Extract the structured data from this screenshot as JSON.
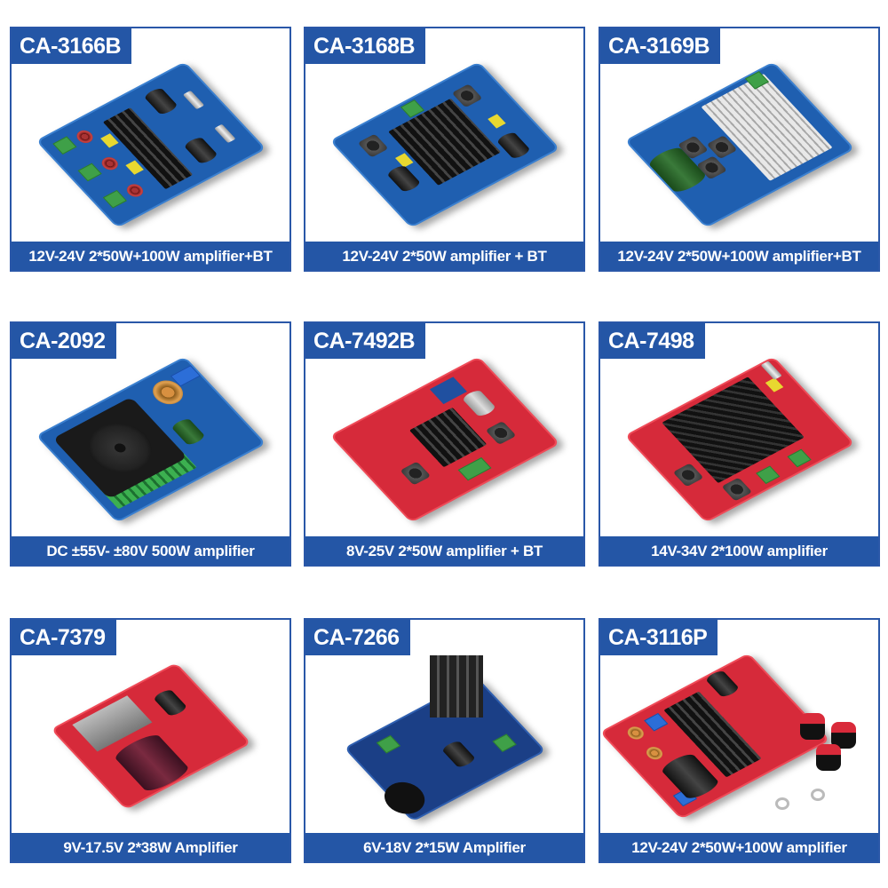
{
  "brand_color": "#2456a6",
  "products": [
    {
      "model": "CA-3166B",
      "description": "12V-24V 2*50W+100W amplifier+BT",
      "board_color": "blue",
      "image": "blue-pcb-heatsink-3-terminals-4-potentiometers"
    },
    {
      "model": "CA-3168B",
      "description": "12V-24V 2*50W amplifier + BT",
      "board_color": "blue",
      "image": "blue-pcb-black-heatsink-bluetooth"
    },
    {
      "model": "CA-3169B",
      "description": "12V-24V 2*50W+100W amplifier+BT",
      "board_color": "blue",
      "image": "blue-pcb-silver-heatsink-4-potentiometers"
    },
    {
      "model": "CA-2092",
      "description": "DC ±55V- ±80V 500W amplifier",
      "board_color": "blue",
      "image": "blue-pcb-cooling-fan-green-heatsink"
    },
    {
      "model": "CA-7492B",
      "description": "8V-25V 2*50W amplifier + BT",
      "board_color": "red",
      "image": "red-pcb-bluetooth-heatsink"
    },
    {
      "model": "CA-7498",
      "description": "14V-34V 2*100W amplifier",
      "board_color": "red",
      "image": "red-pcb-large-black-heatsink"
    },
    {
      "model": "CA-7379",
      "description": "9V-17.5V 2*38W  Amplifier",
      "board_color": "red",
      "image": "red-pcb-chip-large-capacitor"
    },
    {
      "model": "CA-7266",
      "description": "6V-18V 2*15W  Amplifier",
      "board_color": "darkblue",
      "image": "dark-blue-pcb-heatsink-potentiometer"
    },
    {
      "model": "CA-3116P",
      "description": "12V-24V 2*50W+100W amplifier",
      "board_color": "red",
      "image": "red-pcb-heatsink-knobs-nuts-kit"
    }
  ]
}
